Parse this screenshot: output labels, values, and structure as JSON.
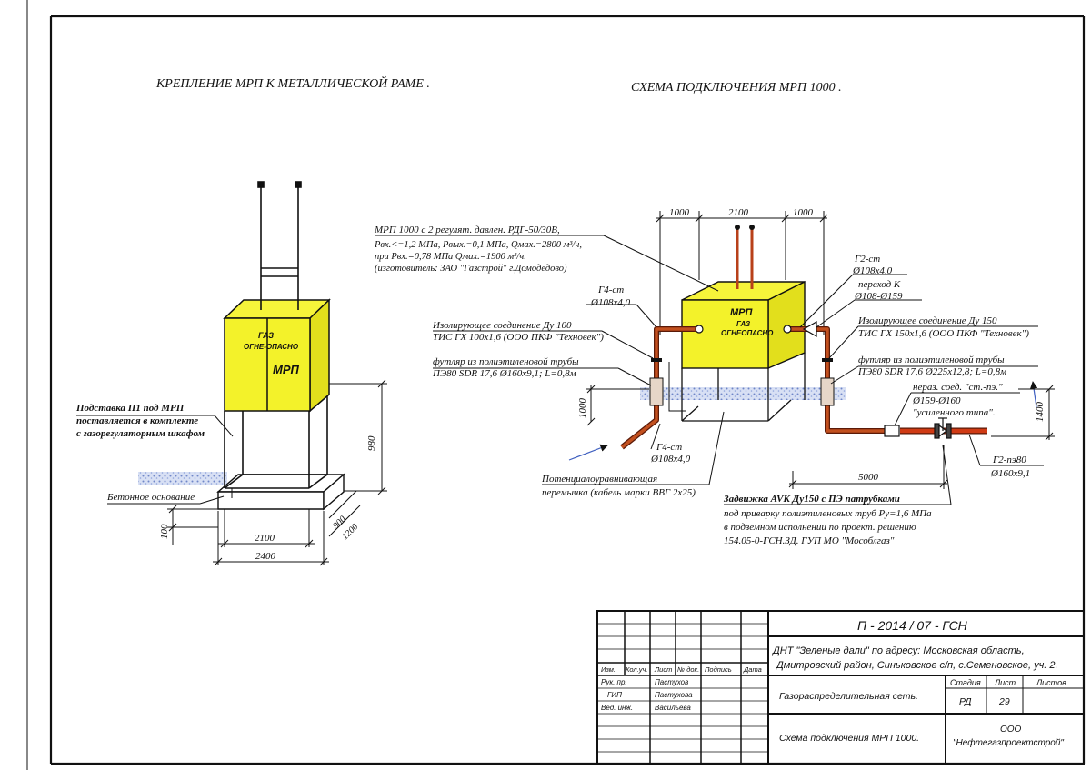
{
  "titles": {
    "left": "КРЕПЛЕНИЕ МРП К  МЕТАЛЛИЧЕСКОЙ РАМЕ .",
    "right": "СХЕМА ПОДКЛЮЧЕНИЯ МРП 1000 ."
  },
  "left_view": {
    "cabinet_sign": [
      "ГАЗ",
      "ОГНЕ-ОПАСНО",
      "МРП"
    ],
    "stand_note": [
      "Подставка П1 под МРП",
      "поставляется в комплекте",
      "с газорегуляторным шкафом"
    ],
    "base_label": "Бетонное основание",
    "dims": {
      "h980": "980",
      "h100": "100",
      "w2100": "2100",
      "w2400": "2400",
      "d900": "900",
      "d1200": "1200"
    }
  },
  "right_view": {
    "dims": {
      "top_left": "1000",
      "top_mid": "2100",
      "top_right": "1000",
      "depth1000": "1000",
      "depth1400": "1400",
      "len5000": "5000"
    },
    "cabinet_sign": [
      "МРП",
      "ГАЗ",
      "ОГНЕОПАСНО"
    ],
    "mrp_note": [
      "МРП 1000 с 2 регулят. давлен. РДГ-50/30В,",
      "Рвх.<=1,2 МПа, Рвых.=0,1 МПа, Qмах.=2800 м³/ч,",
      "при Рвх.=0,78 МПа Qмах.=1900 м³/ч.",
      "(изготовитель: ЗАО \"Газстрой\" г.Домодедово)"
    ],
    "g4_top": [
      "Г4-ст",
      "Ø108х4,0"
    ],
    "iso100": [
      "Изолирующее  соединение Ду 100",
      "ТИС ГХ 100х1,6 (ООО ПКФ \"Техновек\")"
    ],
    "sleeve_left": [
      "футляр из полиэтиленовой  трубы",
      "ПЭ80 SDR 17,6 Ø160х9,1; L=0,8м"
    ],
    "g4_bottom": [
      "Г4-ст",
      "Ø108х4,0"
    ],
    "potential": [
      "Потенциалоуравнивающая",
      "перемычка (кабель марки ВВГ 2х25)"
    ],
    "g2_st": [
      "Г2-ст",
      "Ø108х4,0"
    ],
    "transition": [
      "переход К",
      "Ø108-Ø159"
    ],
    "iso150": [
      "Изолирующее  соединение Ду 150",
      "ТИС ГХ 150х1,6 (ООО ПКФ \"Техновек\")"
    ],
    "sleeve_right": [
      "футляр из полиэтиленовой  трубы",
      "ПЭ80 SDR 17,6 Ø225х12,8; L=0,8м"
    ],
    "joint": [
      "нераз. соед. \"ст.-пэ.\"",
      "Ø159-Ø160",
      "\"усиленного типа\"."
    ],
    "g2_pe": [
      "Г2-пэ80",
      "Ø160х9,1"
    ],
    "valve": [
      "Задвижка AVK  Ду150 с ПЭ патрубками",
      "под приварку полиэтиленовых труб Ру=1,6 МПа",
      "в подземном исполнении по проект. решению",
      "154.05-0-ГСН.ЗД. ГУП МО \"Мособлгаз\""
    ]
  },
  "stamp": {
    "code": "П - 2014 / 07 - ГСН",
    "project": [
      "ДНТ \"Зеленые дали\" по адресу: Московская область,",
      "Дмитровский район, Синьковское с/п, с.Семеновское, уч. 2."
    ],
    "headers": [
      "Изм.",
      "Кол.уч.",
      "Лист",
      "№ док.",
      "Подпись",
      "Дата"
    ],
    "roles": [
      {
        "role": "Рук. пр.",
        "name": "Пастухов"
      },
      {
        "role": "ГИП",
        "name": "Пастухова"
      },
      {
        "role": "Вед. инж.",
        "name": "Васильева"
      }
    ],
    "network": "Газораспределительная сеть.",
    "stage_headers": [
      "Стадия",
      "Лист",
      "Листов"
    ],
    "stage": "РД",
    "sheet": "29",
    "sheets": "",
    "drawing": "Схема подключения МРП 1000.",
    "org": [
      "ООО",
      "\"Нефтегазпроектстрой\""
    ]
  },
  "colors": {
    "cabinet": "#f3f22a",
    "pipe_steel": "#b8401a",
    "pipe_pe": "#c23010",
    "soil": "#8fa3d8",
    "ink": "#111111"
  }
}
